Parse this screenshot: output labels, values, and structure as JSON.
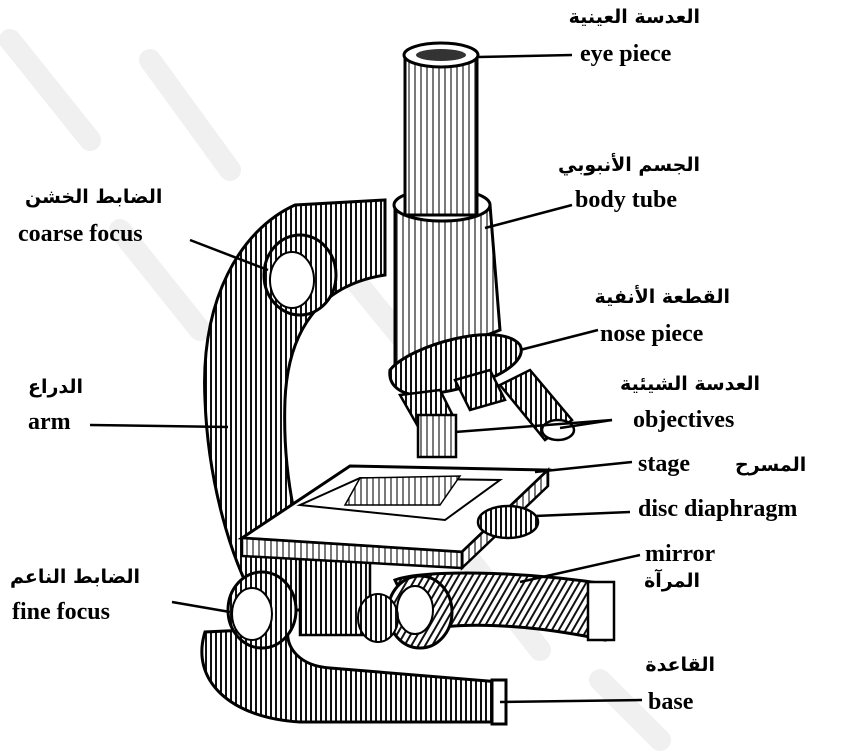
{
  "labels": {
    "eye_piece": {
      "ar": "العدسة العينية",
      "en": "eye piece"
    },
    "body_tube": {
      "ar": "الجسم الأنبوبي",
      "en": "body tube"
    },
    "coarse_focus": {
      "ar": "الضابط الخشن",
      "en": "coarse focus"
    },
    "nose_piece": {
      "ar": "القطعة الأنفية",
      "en": "nose piece"
    },
    "arm": {
      "ar": "الدراع",
      "en": "arm"
    },
    "objectives": {
      "ar": "العدسة الشيئية",
      "en": "objectives"
    },
    "stage": {
      "ar": "المسرح",
      "en": "stage"
    },
    "disc_diaphragm": {
      "en": "disc diaphragm"
    },
    "mirror": {
      "en": "mirror",
      "ar": "المرآة"
    },
    "fine_focus": {
      "ar": "الضابط الناعم",
      "en": "fine focus"
    },
    "base": {
      "ar": "القاعدة",
      "en": "base"
    }
  },
  "colors": {
    "ink": "#000000",
    "paper": "#ffffff",
    "shade": "#5a5a5a",
    "watermark": "#ededed"
  }
}
